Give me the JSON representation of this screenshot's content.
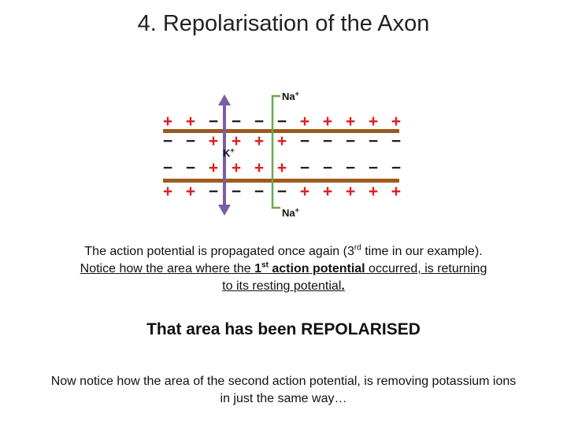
{
  "title": "4. Repolarisation of the Axon",
  "diagram": {
    "colors": {
      "membrane": "#9c5a1f",
      "plus": "#e01e1e",
      "minus": "#222222",
      "sodium_arrow": "#6aa84f",
      "potassium_arrow": "#7b5ea7"
    },
    "rows": [
      [
        "+",
        "+",
        "−",
        "−",
        "−",
        "−",
        "+",
        "+",
        "+",
        "+",
        "+"
      ],
      [
        "−",
        "−",
        "+",
        "+",
        "+",
        "+",
        "−",
        "−",
        "−",
        "−",
        "−"
      ],
      [
        "−",
        "−",
        "+",
        "+",
        "+",
        "+",
        "−",
        "−",
        "−",
        "−",
        "−"
      ],
      [
        "+",
        "+",
        "−",
        "−",
        "−",
        "−",
        "+",
        "+",
        "+",
        "+",
        "+"
      ]
    ],
    "na_label": "Na",
    "k_label": "K",
    "ion_charge": "+"
  },
  "paragraph1": {
    "line1_a": "The action potential is propagated once again (3",
    "line1_sup": "rd",
    "line1_b": " time in our example).",
    "line2_a": "Notice how the area where the ",
    "line2_b1": "1",
    "line2_bsup": "st",
    "line2_b2": " action potential",
    "line2_c": " occurred, is returning",
    "line3_a": "to its resting potential",
    "line3_b": "."
  },
  "headline": "That area has been REPOLARISED",
  "paragraph2": "Now notice how the area of the second action potential, is removing potassium ions in just the same way…"
}
